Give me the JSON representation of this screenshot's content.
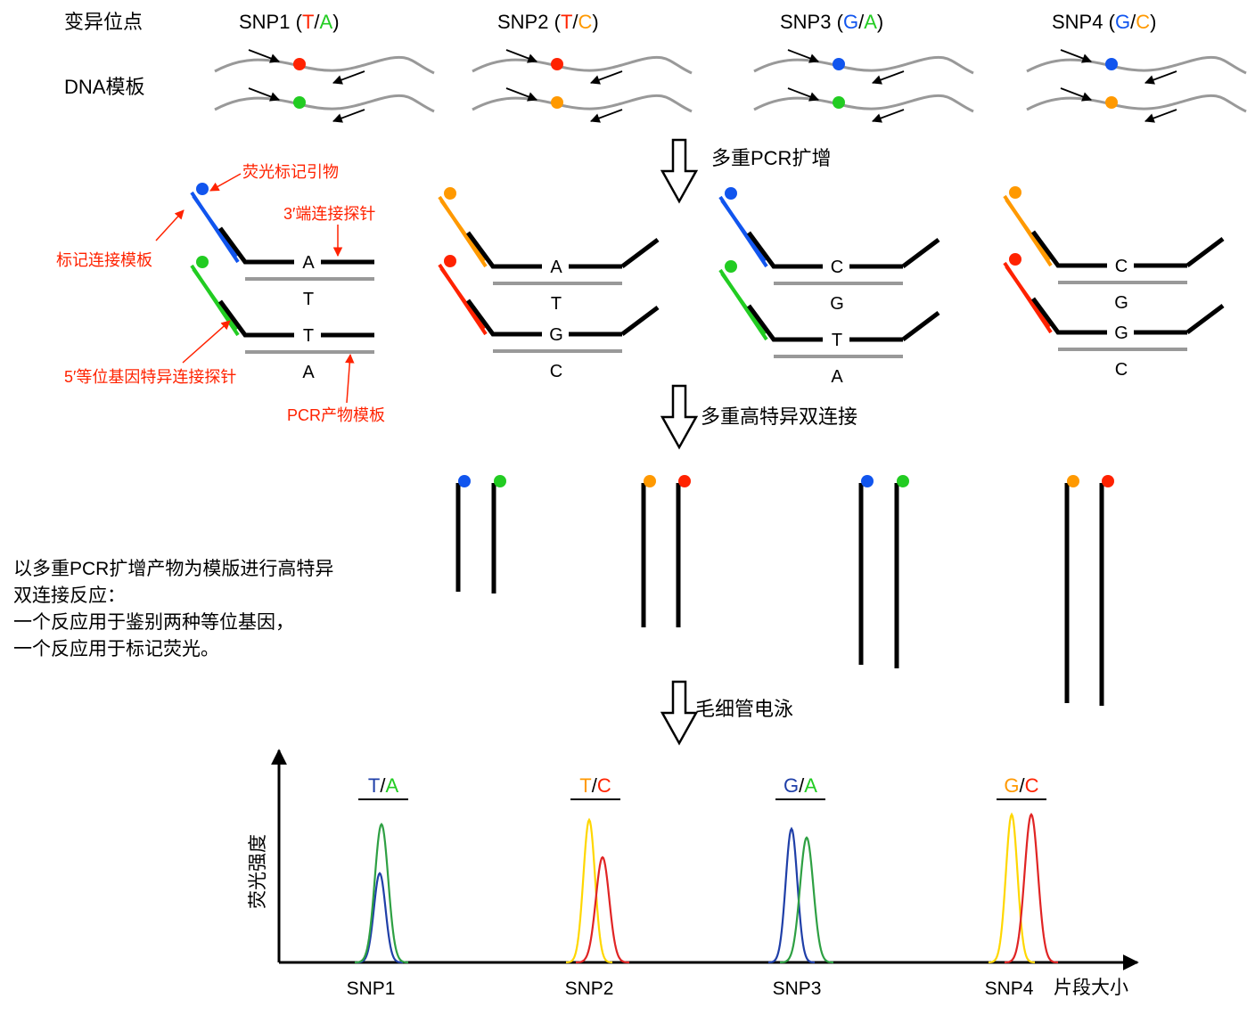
{
  "colors": {
    "T": "#ff2200",
    "A": "#22cc22",
    "C": "#ff9900",
    "G": "#1155ee",
    "blue": "#1f3fa8",
    "green": "#2ea043",
    "yellow": "#ffd700",
    "red": "#e02424",
    "gray": "#999999",
    "black": "#000000"
  },
  "header": {
    "variant_label": "变异位点",
    "template_label": "DNA模板",
    "snps": [
      {
        "name": "SNP1",
        "a1": "T",
        "a2": "A"
      },
      {
        "name": "SNP2",
        "a1": "T",
        "a2": "C"
      },
      {
        "name": "SNP3",
        "a1": "G",
        "a2": "A"
      },
      {
        "name": "SNP4",
        "a1": "G",
        "a2": "C"
      }
    ]
  },
  "steps": {
    "pcr": "多重PCR扩增",
    "ligation": "多重高特异双连接",
    "electrophoresis": "毛细管电泳"
  },
  "annotations": {
    "primer": "荧光标记引物",
    "probe3": "3′端连接探针",
    "tag_template": "标记连接模板",
    "probe5": "5′等位基因特异连接探针",
    "pcr_template": "PCR产物模板"
  },
  "ligation_panels": [
    {
      "top_base": "A",
      "top_allele": "T",
      "bottom_base": "T",
      "bottom_allele": "A"
    },
    {
      "top_base": "A",
      "top_allele": "T",
      "bottom_base": "G",
      "bottom_allele": "C"
    },
    {
      "top_base": "C",
      "top_allele": "G",
      "bottom_base": "T",
      "bottom_allele": "A"
    },
    {
      "top_base": "C",
      "top_allele": "G",
      "bottom_base": "G",
      "bottom_allele": "C"
    }
  ],
  "description": [
    "以多重PCR扩增产物为模版进行高特异",
    "双连接反应：",
    "一个反应用于鉴别两种等位基因，",
    "一个反应用于标记荧光。"
  ],
  "chart": {
    "ylabel": "荧光强度",
    "xlabel": "片段大小",
    "groups": [
      {
        "name": "SNP1",
        "a1": "T",
        "a2": "A"
      },
      {
        "name": "SNP2",
        "a1": "T",
        "a2": "C"
      },
      {
        "name": "SNP3",
        "a1": "G",
        "a2": "A"
      },
      {
        "name": "SNP4",
        "a1": "G",
        "a2": "C"
      }
    ]
  }
}
